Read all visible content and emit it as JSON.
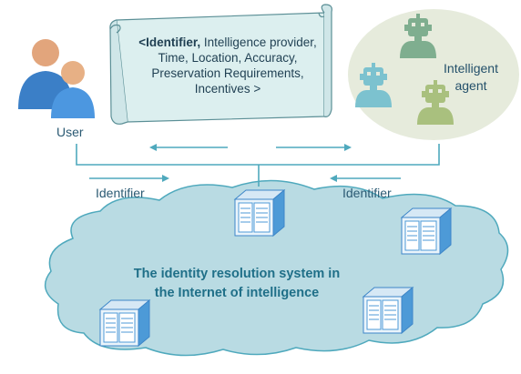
{
  "scroll": {
    "identifier": "<Identifier,",
    "rest": " Intelligence provider, Time, Location, Accuracy, Preservation Requirements, Incentives >"
  },
  "user_label": "User",
  "agent_label_line1": "Intelligent",
  "agent_label_line2": "agent",
  "identifier_left": "Identifier",
  "identifier_right": "Identifier",
  "system_line1": "The identity resolution system in",
  "system_line2": "the Internet of intelligence",
  "colors": {
    "arrow": "#4fa9bd",
    "cloud_fill": "#b9dbe3",
    "cloud_stroke": "#4fa9bd",
    "scroll_fill": "#ddefef",
    "scroll_stroke": "#5b8f96",
    "agent_ellipse": "#e7ecdc",
    "user_back": "#e2a57c",
    "user_front": "#3b8ad8",
    "server_front": "#5aa6e0",
    "server_side": "#3e86c8",
    "server_top": "#cfe4f3"
  },
  "icons": [
    "user-icon",
    "agent-icon",
    "server-icon",
    "scroll-icon",
    "cloud-icon",
    "arrow-icon"
  ]
}
